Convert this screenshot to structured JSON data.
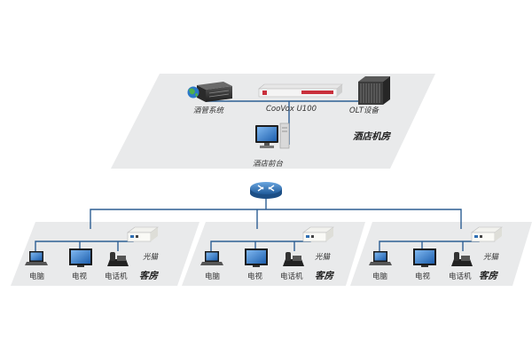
{
  "machine_room": {
    "title": "酒店机房",
    "devices": {
      "hotel_system": "酒管系统",
      "coovox": "CooVox U100",
      "coovox_brand": "CooVox",
      "olt": "OLT设备"
    },
    "front_desk": "酒店前台"
  },
  "rooms": [
    {
      "title": "客房",
      "onu": "光猫",
      "pc": "电脑",
      "tv": "电视",
      "phone": "电话机"
    },
    {
      "title": "客房",
      "onu": "光猫",
      "pc": "电脑",
      "tv": "电视",
      "phone": "电话机"
    },
    {
      "title": "客房",
      "onu": "光猫",
      "pc": "电脑",
      "tv": "电视",
      "phone": "电话机"
    }
  ],
  "colors": {
    "panel": "#e9eaeb",
    "line": "#2d5f93",
    "router": "#2f6fb3",
    "coovox_red": "#c9303c"
  },
  "icons": [
    "server-icon",
    "globe-icon",
    "pbx-icon",
    "olt-chassis-icon",
    "computer-icon",
    "router-icon",
    "monitor-icon",
    "tv-icon",
    "phone-icon",
    "onu-icon"
  ]
}
